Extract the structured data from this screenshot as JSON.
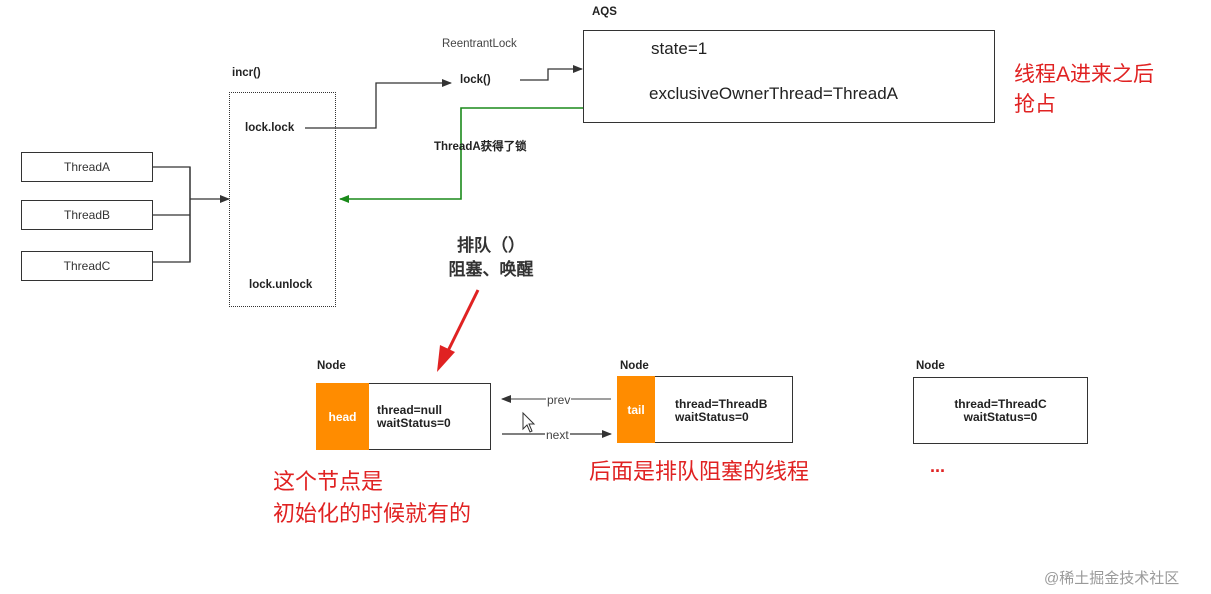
{
  "threads": [
    "ThreadA",
    "ThreadB",
    "ThreadC"
  ],
  "incr": {
    "title": "incr()",
    "lock": "lock.lock",
    "unlock": "lock.unlock"
  },
  "reentrant": {
    "title": "ReentrantLock",
    "method": "lock()"
  },
  "aqs": {
    "title": "AQS",
    "state": "state=1",
    "owner": "exclusiveOwnerThread=ThreadA"
  },
  "acquired_label": "ThreadA获得了锁",
  "note_a": [
    "线程A进来之后",
    "抢占"
  ],
  "queue_note": [
    "排队（）",
    "阻塞、唤醒"
  ],
  "nodes": [
    {
      "title": "Node",
      "tag": "head",
      "thread": "thread=null",
      "status": "waitStatus=0"
    },
    {
      "title": "Node",
      "tag": "tail",
      "thread": "thread=ThreadB",
      "status": "waitStatus=0"
    },
    {
      "title": "Node",
      "tag": "",
      "thread": "thread=ThreadC",
      "status": "waitStatus=0"
    }
  ],
  "prev_label": "prev",
  "next_label": "next",
  "ellipsis": "...",
  "note_head": [
    "这个节点是",
    "初始化的时候就有的"
  ],
  "note_tail": "后面是排队阻塞的线程",
  "watermark": "@稀土掘金技术社区",
  "colors": {
    "orange": "#ff8c00",
    "green": "#1a8a1a",
    "red": "#e02222"
  }
}
